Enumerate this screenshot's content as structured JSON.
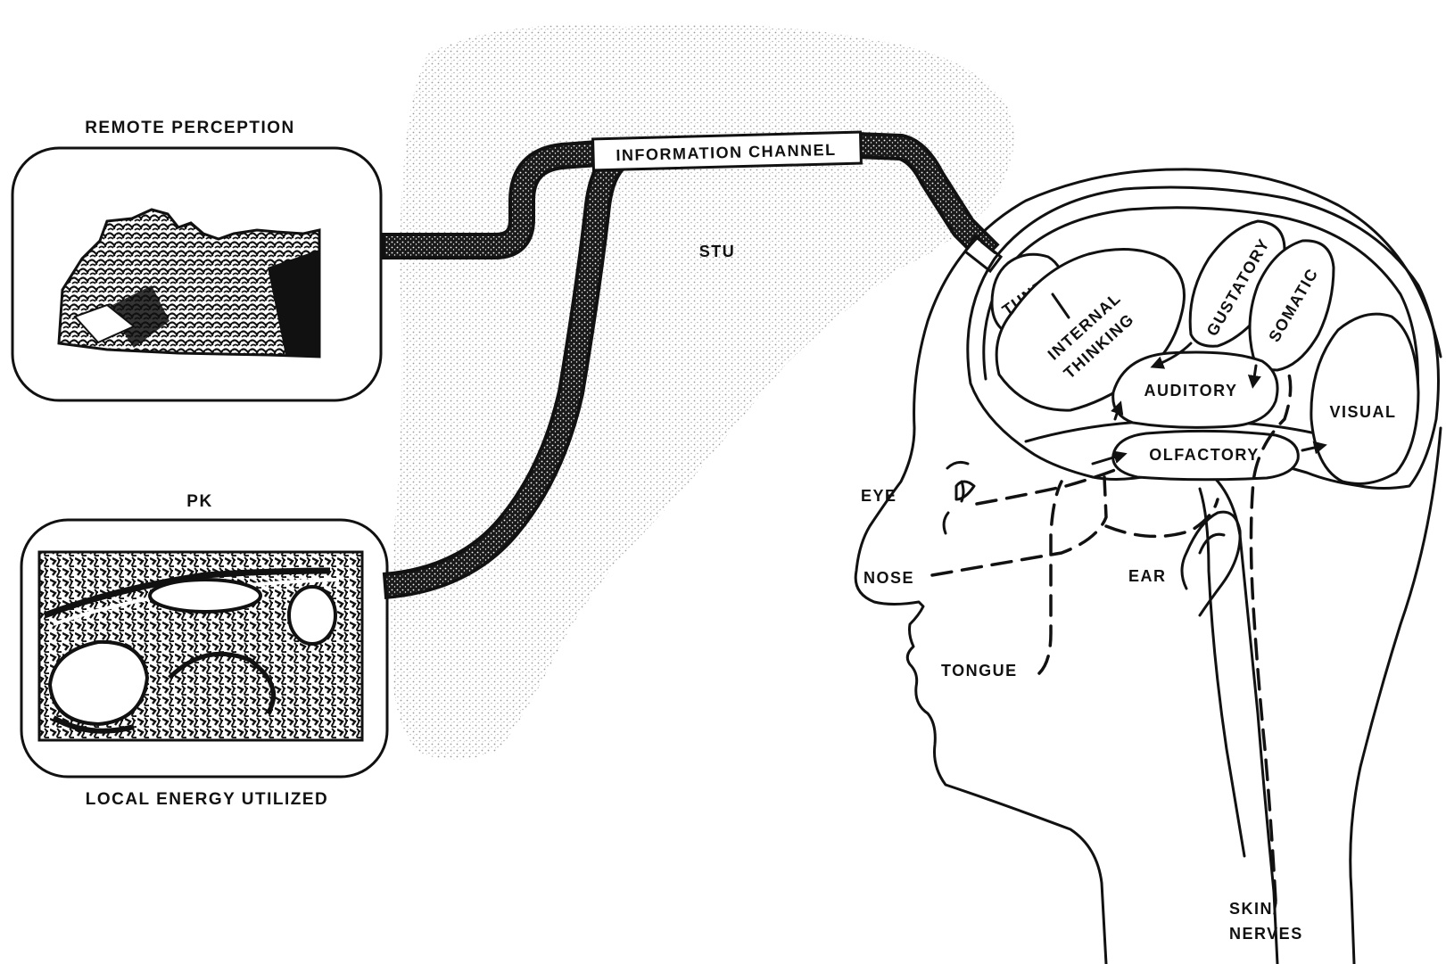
{
  "labels": {
    "remote_perception": "REMOTE PERCEPTION",
    "pk": "PK",
    "local_energy": "LOCAL ENERGY UTILIZED",
    "information_channel": "INFORMATION CHANNEL",
    "stu": "STU",
    "tuner": "TUNER",
    "internal_thinking_1": "INTERNAL",
    "internal_thinking_2": "THINKING",
    "gustatory": "GUSTATORY",
    "somatic": "SOMATIC",
    "auditory": "AUDITORY",
    "visual": "VISUAL",
    "olfactory": "OLFACTORY",
    "eye": "EYE",
    "nose": "NOSE",
    "ear": "EAR",
    "tongue": "TONGUE",
    "skin_1": "SKIN/",
    "skin_2": "NERVES"
  },
  "colors": {
    "ink": "#111111",
    "stipple": "#b9b9b9",
    "paper": "#ffffff"
  },
  "icons": {
    "remote_perception_image": "mountain-landscape-illustration",
    "pk_image": "machinery-illustration"
  }
}
